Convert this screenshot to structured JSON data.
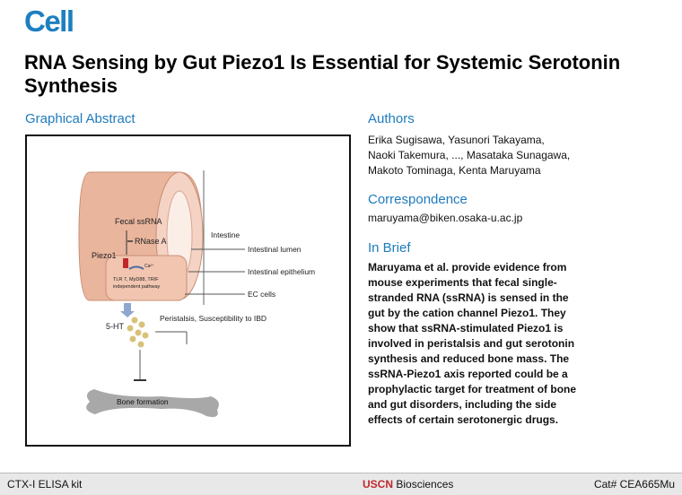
{
  "logo": "Cell",
  "title": "RNA Sensing by Gut Piezo1 Is Essential for Systemic Serotonin Synthesis",
  "graphical_abstract": {
    "heading": "Graphical Abstract",
    "labels": {
      "fecal": "Fecal ssRNA",
      "rnase": "RNase A",
      "piezo": "Piezo1",
      "ca": "Ca²⁺",
      "tlr": "TLR 7, MyD88, TRIF",
      "independent": "independent  pathway",
      "intestine": "Intestine",
      "lumen": "Intestinal lumen",
      "epithelium": "Intestinal epithelium",
      "ec_cells": "EC cells",
      "ht": "5-HT",
      "peristalsis": "Peristalsis, Susceptibility to IBD",
      "bone": "Bone formation"
    }
  },
  "authors": {
    "heading": "Authors",
    "lines": [
      "Erika Sugisawa, Yasunori Takayama,",
      "Naoki Takemura, ..., Masataka Sunagawa,",
      "Makoto Tominaga, Kenta Maruyama"
    ]
  },
  "correspondence": {
    "heading": "Correspondence",
    "email": "maruyama@biken.osaka-u.ac.jp"
  },
  "in_brief": {
    "heading": "In Brief",
    "lines": [
      "Maruyama et al. provide evidence from",
      "mouse experiments that fecal single-",
      "stranded RNA (ssRNA) is sensed in the",
      "gut by the cation channel Piezo1. They",
      "show that ssRNA-stimulated Piezo1 is",
      "involved in peristalsis and gut serotonin",
      "synthesis and reduced bone mass. The",
      "ssRNA-Piezo1 axis reported could be a",
      "prophylactic target for treatment of bone",
      "and gut disorders, including the side",
      "effects of certain serotonergic drugs."
    ]
  },
  "footer": {
    "left": "CTX-I ELISA kit",
    "brand": "USCN",
    "brand_rest": " Biosciences",
    "right": "Cat# CEA665Mu"
  },
  "colors": {
    "accent": "#1e7bbd",
    "tissue": "#e9b59d",
    "brand_red": "#c0272d"
  }
}
